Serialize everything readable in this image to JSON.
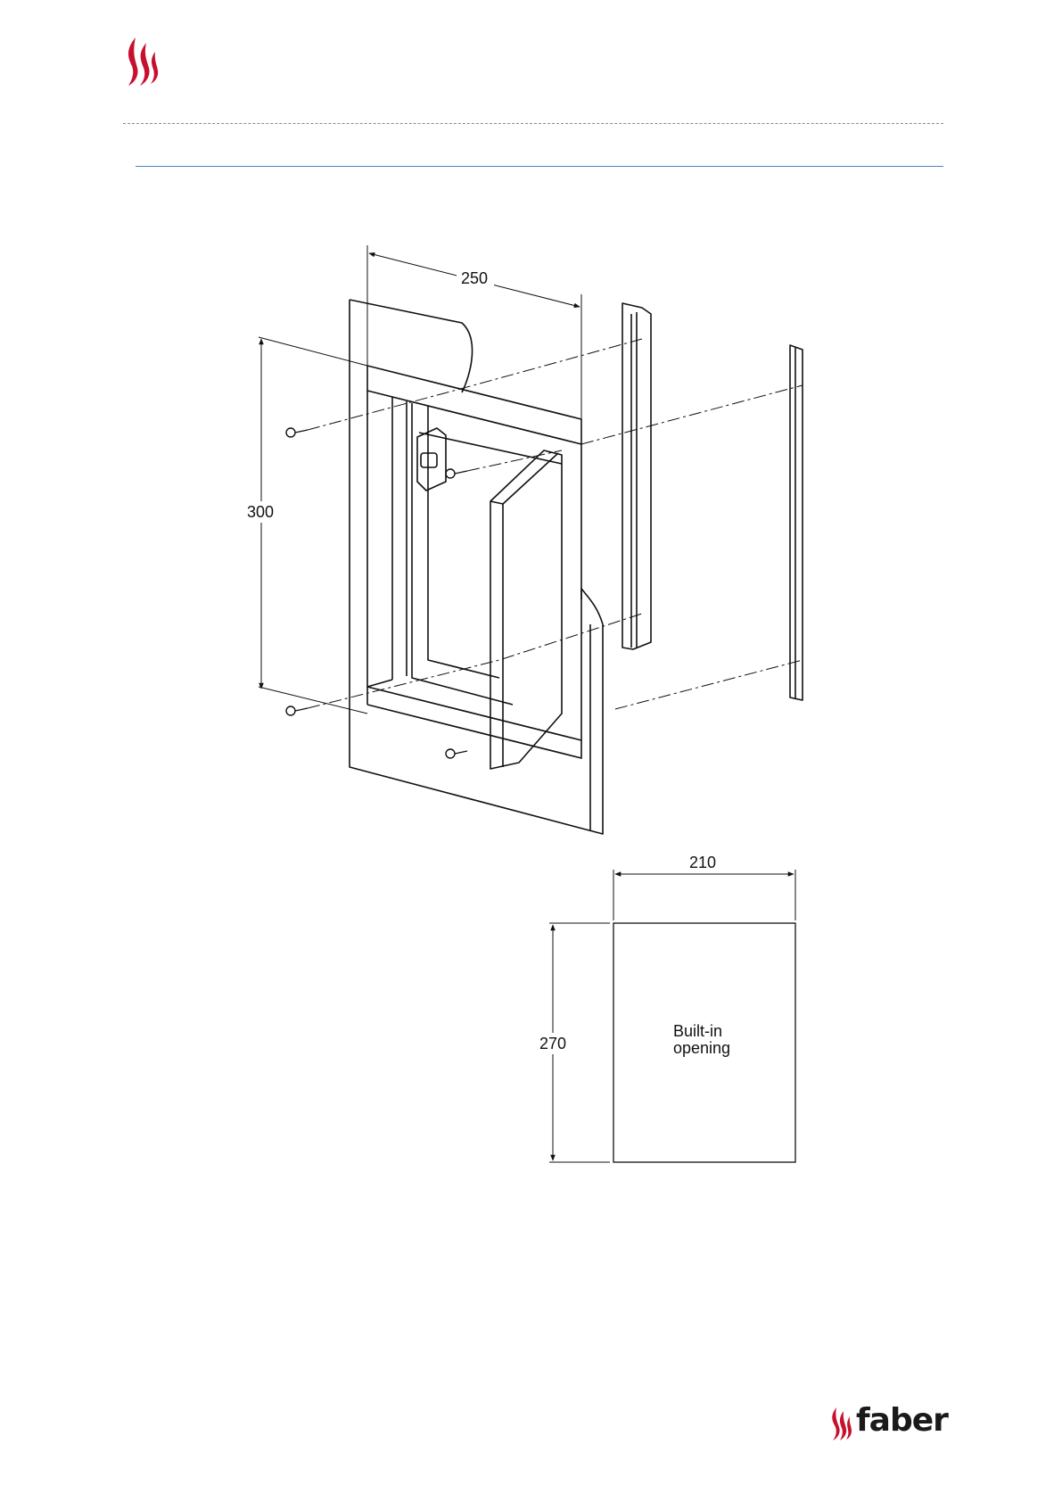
{
  "dimensions": {
    "frame_width": "250",
    "frame_height": "300",
    "opening_width": "210",
    "opening_height": "270"
  },
  "opening_label": {
    "line1": "Built-in",
    "line2": "opening"
  },
  "brand": {
    "name": "faber",
    "accent_color": "#c8102e",
    "rule_color": "#4f7fc4"
  },
  "icons": {
    "header": "flame-logo-icon",
    "footer": "faber-flame-icon"
  }
}
